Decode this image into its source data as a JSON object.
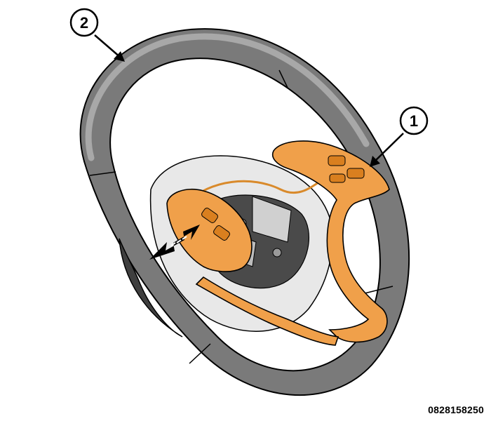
{
  "callouts": [
    {
      "number": "1",
      "part": "steering-wheel-trim-bezel"
    },
    {
      "number": "2",
      "part": "steering-wheel"
    }
  ],
  "figure_code": "0828158250",
  "colors": {
    "wheel_rim": "#7a7a7a",
    "wheel_rim_highlight": "#a2a2a2",
    "wheel_dark": "#3f3f3f",
    "hub": "#e8e8e8",
    "bezel_orange": "#f0a04a",
    "bezel_orange_dark": "#d97f1f",
    "outline": "#000000"
  },
  "icons": {
    "removal_arrow": "double-arrow-icon"
  }
}
